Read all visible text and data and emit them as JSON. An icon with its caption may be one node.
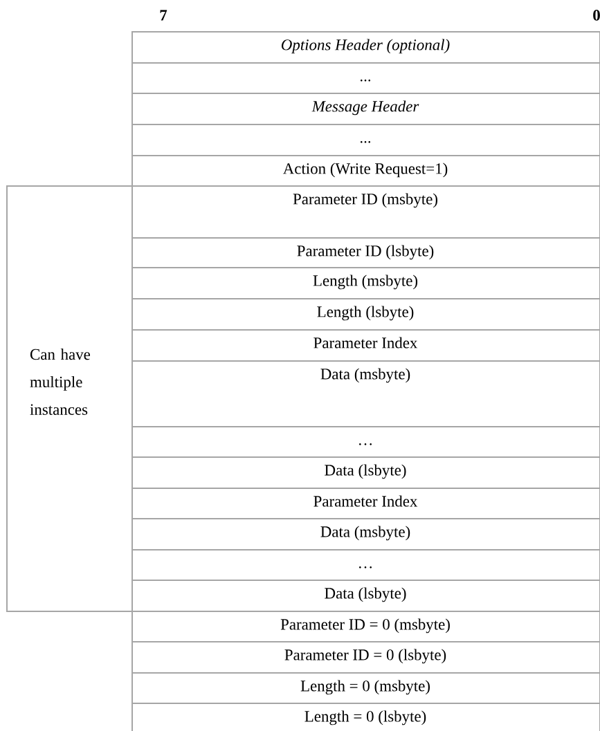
{
  "diagram": {
    "nodes": [
      {
        "text": [
          "Options Header (optional)"
        ]
      },
      {
        "text": [
          "..."
        ]
      },
      {
        "text": [
          "Message Header"
        ]
      },
      {
        "text": [
          "..."
        ]
      },
      {
        "text": [
          "Action (Write Request=1)"
        ]
      },
      {
        "text": [
          "Can have multiple instances"
        ]
      },
      {
        "text": [
          "Parameter ID (msbyte)"
        ]
      },
      {
        "text": [
          "Parameter ID (lsbyte)"
        ]
      },
      {
        "text": [
          "Length (msbyte)"
        ]
      },
      {
        "text": [
          "Length (lsbyte)"
        ]
      },
      {
        "text": [
          "Parameter Index"
        ]
      },
      {
        "text": [
          "Data (msbyte)"
        ]
      },
      {
        "text": [
          "…"
        ]
      },
      {
        "text": [
          "Data (lsbyte)"
        ]
      },
      {
        "text": [
          "Parameter Index"
        ]
      },
      {
        "text": [
          "Data (msbyte)"
        ]
      },
      {
        "text": [
          "…"
        ]
      },
      {
        "text": [
          "Data (lsbyte)"
        ]
      },
      {
        "text": [
          "Parameter ID = 0 (msbyte)"
        ]
      },
      {
        "text": [
          "Parameter ID = 0 (lsbyte)"
        ]
      },
      {
        "text": [
          "Length = 0 (msbyte)"
        ]
      },
      {
        "text": [
          "Length = 0 (lsbyte)"
        ]
      }
    ],
    "labels": [
      "7",
      "0"
    ]
  }
}
